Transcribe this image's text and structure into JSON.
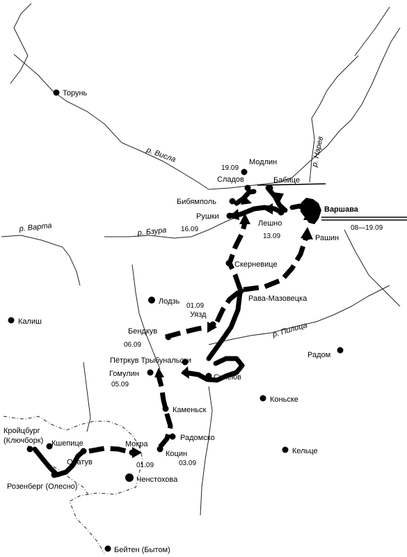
{
  "cities": {
    "torun": "Торунь",
    "modlin": "Модлин",
    "sladov": "Сладов",
    "babice": "Бабице",
    "bibyampol": "Бибямполь",
    "rushki": "Рушки",
    "leshno": "Лешно",
    "warsaw": "Варшава",
    "rashin": "Рашин",
    "skernevice": "Скерневице",
    "rava": "Рава-Мазовецка",
    "lodz": "Лодзь",
    "uyazd": "Уязд",
    "kalish": "Калиш",
    "bendkuv": "Бендкув",
    "petrkuv": "Пётркув Трыбунальски",
    "gomulin": "Гомулин",
    "suleyuv": "Сулеюв",
    "radom": "Радом",
    "konske": "Коньске",
    "kamensk": "Каменьск",
    "radomsko": "Радомско",
    "kreuzburg": "Кройцбург",
    "kreuzburg_alt": "(Ключборк)",
    "kshepice": "Кшепице",
    "opatuv": "Опатув",
    "mokra": "Мокра",
    "kocin": "Коцин",
    "kelce": "Кельце",
    "czestochowa": "Ченстохова",
    "rosenberg": "Розенберг (Олесно)",
    "beuthen": "Бейтен (Бытом)"
  },
  "rivers": {
    "vistula": "р. Висла",
    "narew": "р. Нарев",
    "warta": "р. Варта",
    "bzura": "р. Бзура",
    "pilica": "р. Пилица"
  },
  "dates": {
    "d1909": "19.09",
    "d1609": "16.09",
    "d1309": "13.09",
    "d0819": "08—19.09",
    "d0109a": "01.09",
    "d0609": "06.09",
    "d0509": "05.09",
    "d0109b": "01.09",
    "d0309": "03.09"
  }
}
